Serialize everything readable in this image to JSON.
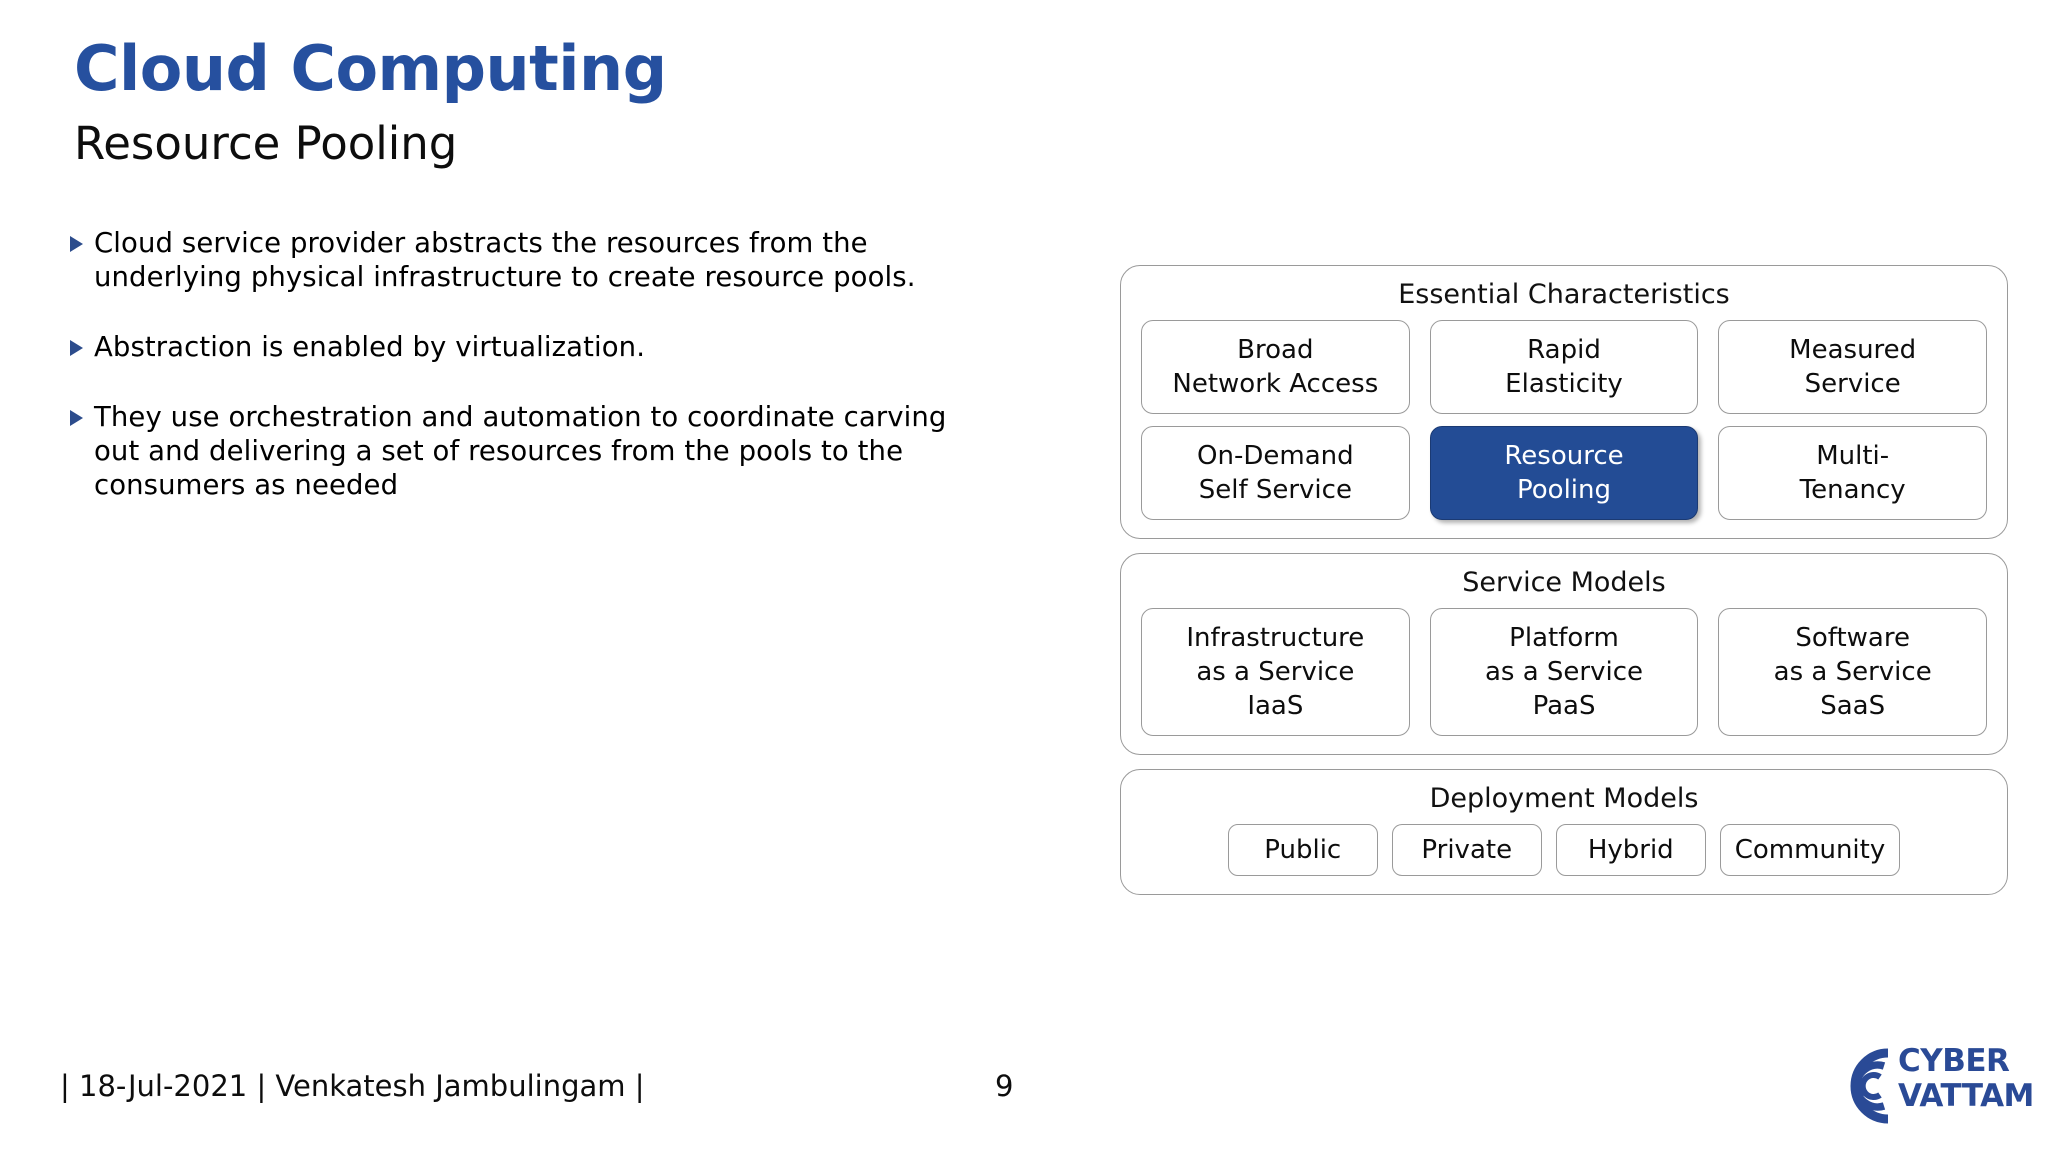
{
  "slide": {
    "title": "Cloud Computing",
    "subtitle": "Resource Pooling",
    "title_color": "#26509f",
    "accent_color": "#234c95",
    "bullet_marker_color": "#2c4c8c"
  },
  "bullets": [
    {
      "text": "Cloud service provider abstracts the resources from the underlying physical infrastructure to create resource pools."
    },
    {
      "text": "Abstraction is enabled by virtualization."
    },
    {
      "text": "They use orchestration and automation to coordinate carving out and delivering a set of resources from the pools to the consumers as needed"
    }
  ],
  "diagram": {
    "panels": [
      {
        "title": "Essential Characteristics",
        "rows": [
          [
            {
              "label": "Broad\nNetwork Access",
              "highlighted": false
            },
            {
              "label": "Rapid\nElasticity",
              "highlighted": false
            },
            {
              "label": "Measured\nService",
              "highlighted": false
            }
          ],
          [
            {
              "label": "On-Demand\nSelf Service",
              "highlighted": false
            },
            {
              "label": "Resource\nPooling",
              "highlighted": true
            },
            {
              "label": "Multi-\nTenancy",
              "highlighted": false
            }
          ]
        ]
      },
      {
        "title": "Service Models",
        "rows": [
          [
            {
              "label": "Infrastructure\nas a Service\nIaaS",
              "highlighted": false
            },
            {
              "label": "Platform\nas a Service\nPaaS",
              "highlighted": false
            },
            {
              "label": "Software\nas a Service\nSaaS",
              "highlighted": false
            }
          ]
        ]
      },
      {
        "title": "Deployment Models",
        "rows": [
          [
            {
              "label": "Public",
              "highlighted": false
            },
            {
              "label": "Private",
              "highlighted": false
            },
            {
              "label": "Hybrid",
              "highlighted": false
            },
            {
              "label": "Community",
              "highlighted": false
            }
          ]
        ]
      }
    ]
  },
  "footer": {
    "text": "| 18-Jul-2021 | Venkatesh Jambulingam |",
    "page_number": "9"
  },
  "logo": {
    "line1": "CYBER",
    "line2": "VATTAM",
    "color": "#2a4a96"
  }
}
